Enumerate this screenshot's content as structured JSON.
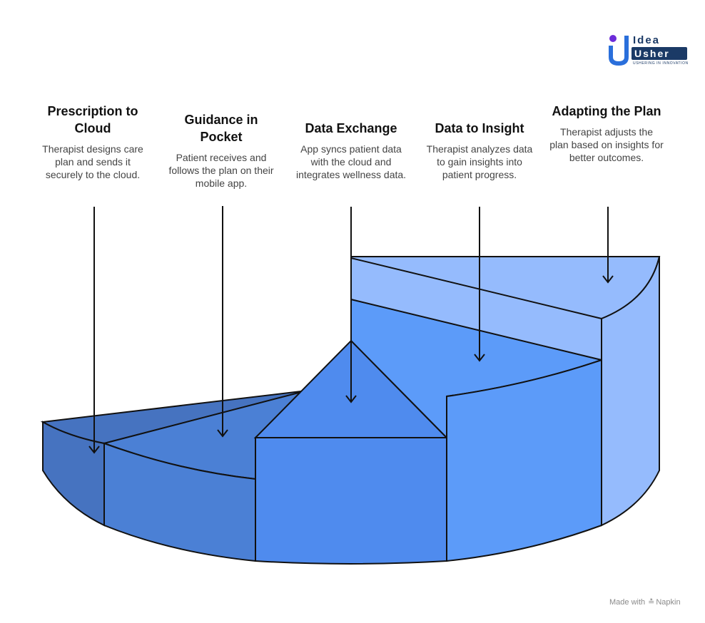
{
  "brand": {
    "line1": "Idea",
    "line2": "Usher",
    "tagline": "USHERING IN INNOVATION"
  },
  "steps": [
    {
      "title": "Prescription to Cloud",
      "description": "Therapist designs care plan and sends it securely to the cloud."
    },
    {
      "title": "Guidance in Pocket",
      "description": "Patient receives and follows the plan on their mobile app."
    },
    {
      "title": "Data Exchange",
      "description": "App syncs patient data with the cloud and integrates wellness data."
    },
    {
      "title": "Data to Insight",
      "description": "Therapist analyzes data to gain insights into patient progress."
    },
    {
      "title": "Adapting the Plan",
      "description": "Therapist adjusts the plan based on insights for better outcomes."
    }
  ],
  "footer": {
    "made_with": "Made with",
    "brand": "Napkin"
  },
  "colors": {
    "segment1": "#4673c0",
    "segment2": "#4b80d5",
    "segment3": "#4f8bee",
    "segment4": "#5c9bf9",
    "segment5": "#95bbfd",
    "arrow": "#111111"
  }
}
